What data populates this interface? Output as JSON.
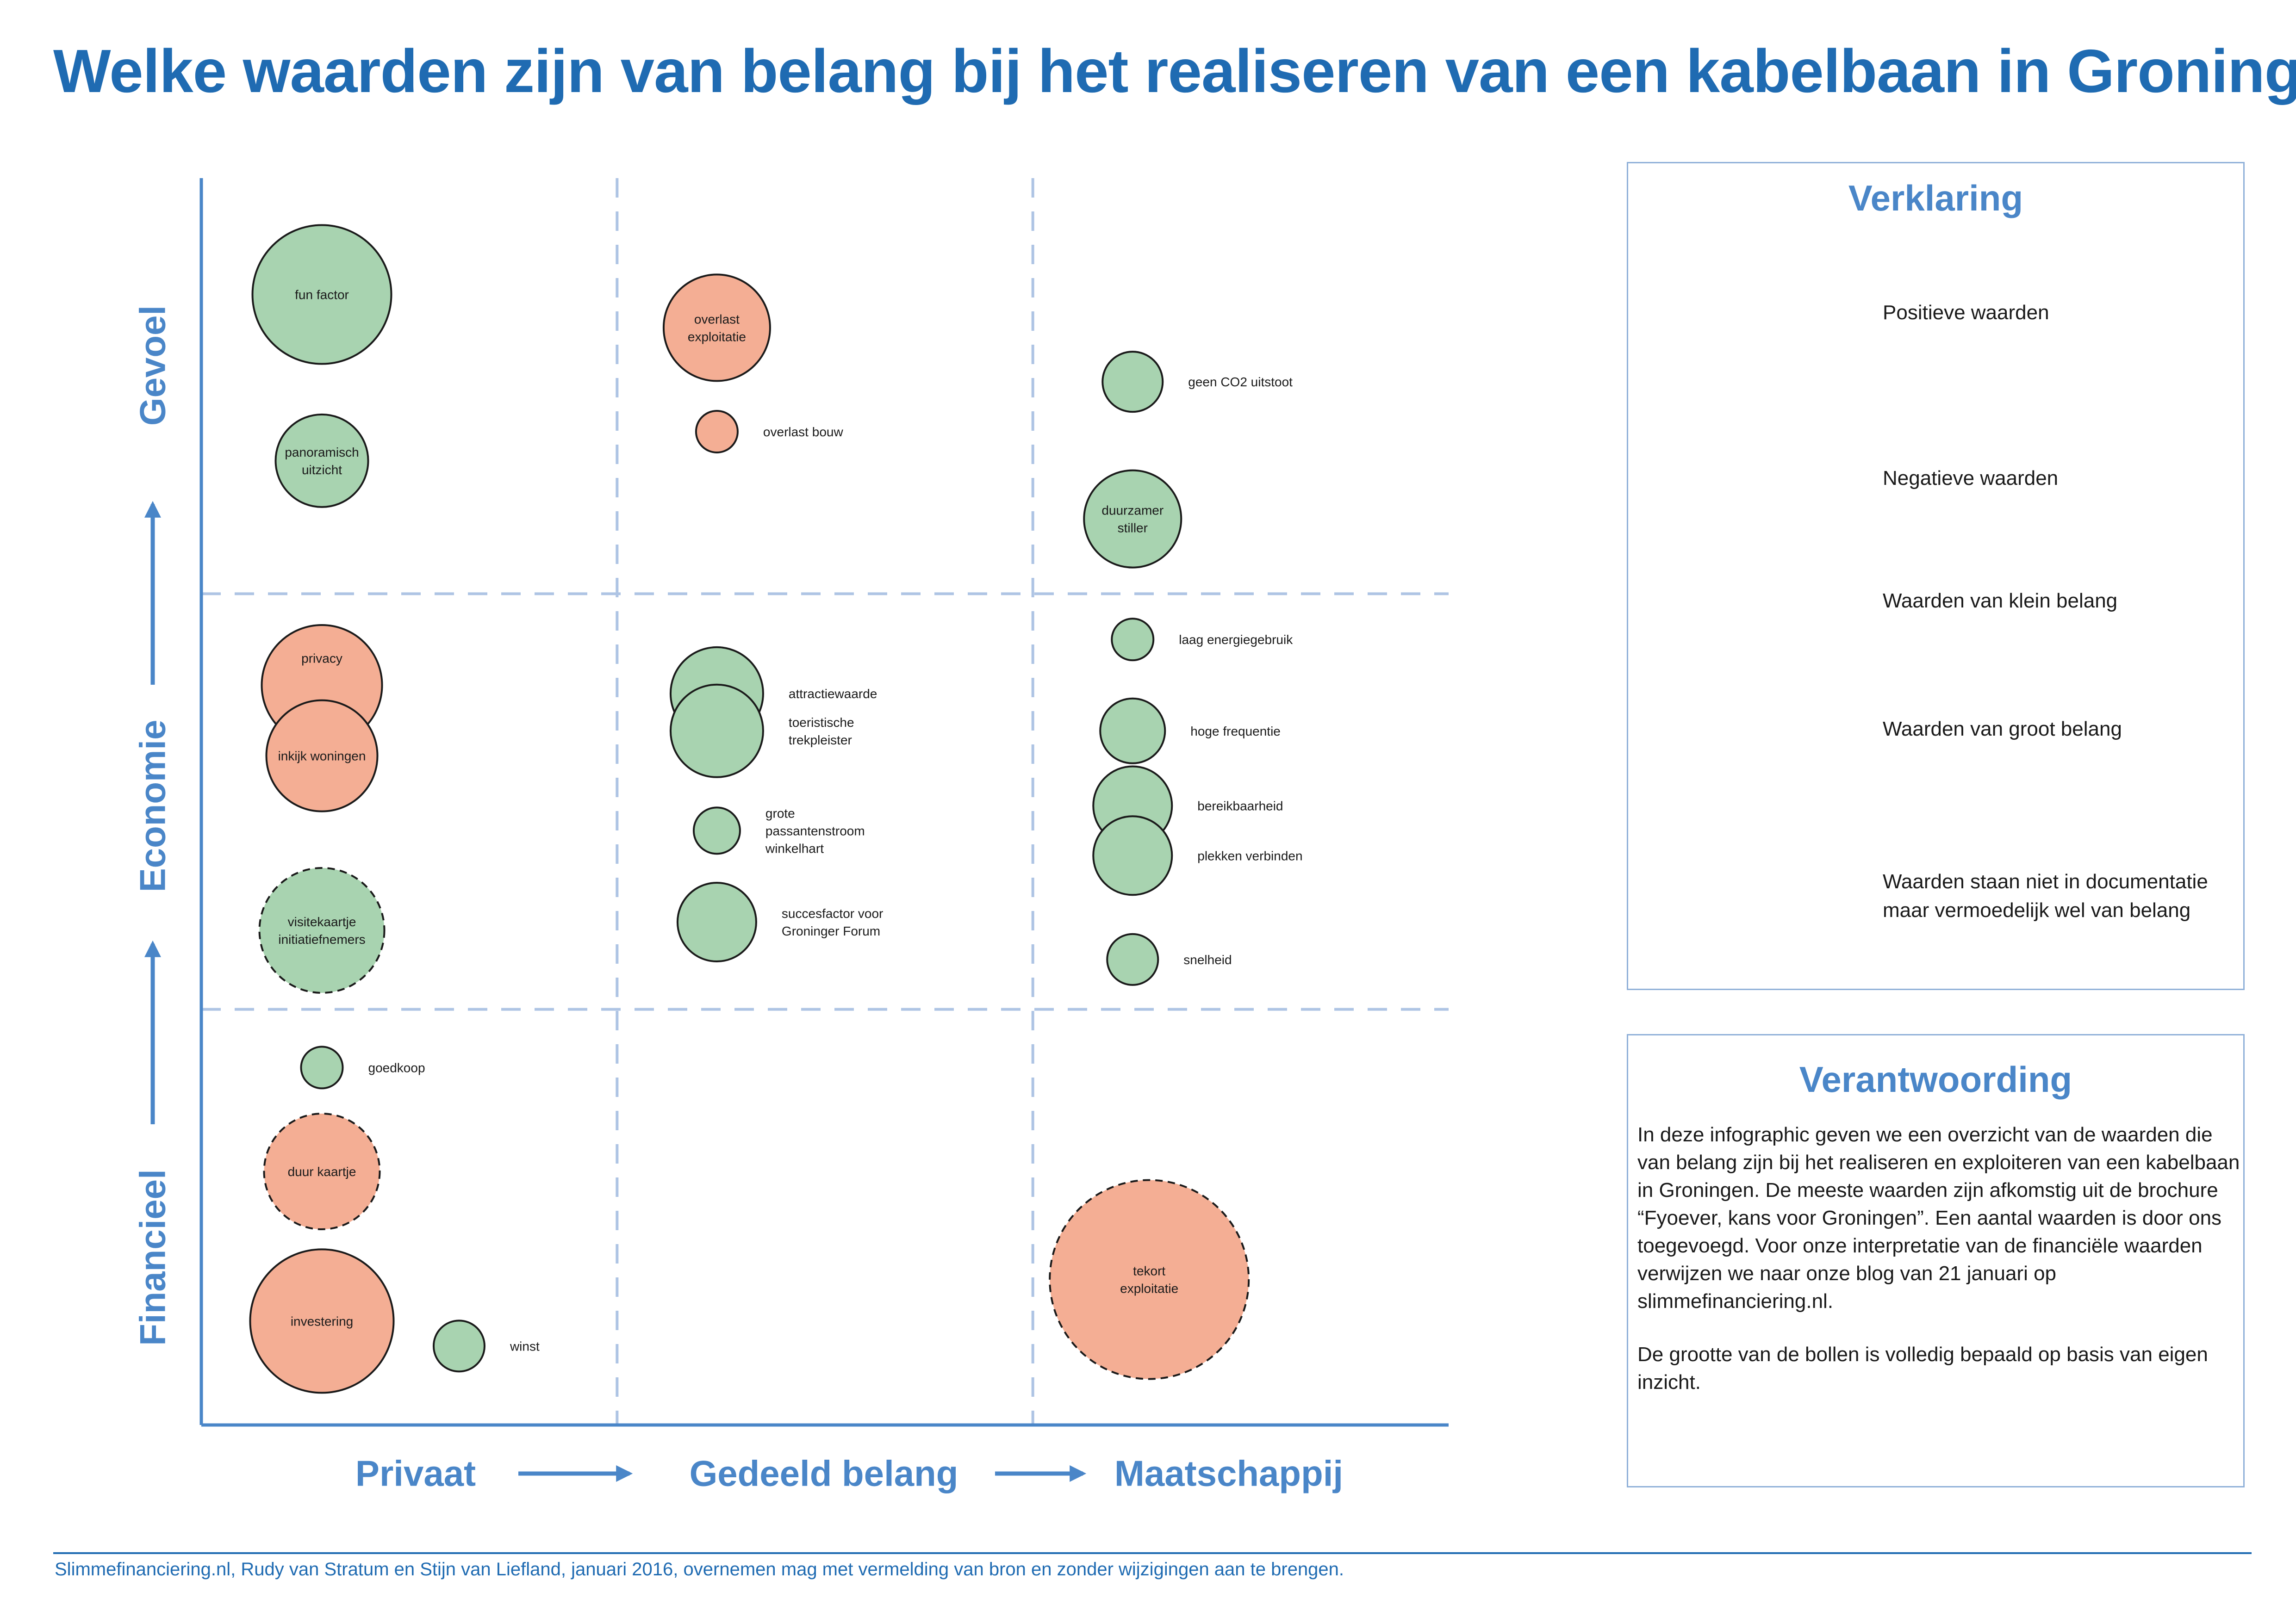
{
  "title": "Welke waarden zijn van belang bij het realiseren van een kabelbaan in Groningen?",
  "axes": {
    "y_labels": [
      "Gevoel",
      "Economie",
      "Financieel"
    ],
    "x_labels": [
      "Privaat",
      "Gedeeld belang",
      "Maatschappij"
    ]
  },
  "colors": {
    "positive": "#a8d3b0",
    "negative": "#f4ae94",
    "neutral": "#cfcfcf",
    "accent": "#1f6bb2",
    "axis_label": "#4a86c8",
    "grid": "#aec4e4"
  },
  "chart_data": {
    "type": "scatter",
    "title": "Welke waarden zijn van belang bij het realiseren van een kabelbaan in Groningen?",
    "x_categories": [
      "Privaat",
      "Gedeeld belang",
      "Maatschappij"
    ],
    "y_categories": [
      "Financieel",
      "Economie",
      "Gevoel"
    ],
    "grid": true,
    "legend": "right",
    "points": [
      {
        "label": "fun factor",
        "x": 0.29,
        "y": 2.72,
        "size": 3.0,
        "sentiment": "positive",
        "in_documentation": true,
        "label_position": "inside"
      },
      {
        "label": "panoramisch uitzicht",
        "x": 0.29,
        "y": 2.32,
        "size": 2.0,
        "sentiment": "positive",
        "in_documentation": true,
        "label_position": "inside"
      },
      {
        "label": "overlast exploitatie",
        "x": 1.24,
        "y": 2.64,
        "size": 2.3,
        "sentiment": "negative",
        "in_documentation": true,
        "label_position": "inside"
      },
      {
        "label": "overlast bouw",
        "x": 1.24,
        "y": 2.39,
        "size": 0.9,
        "sentiment": "negative",
        "in_documentation": true,
        "label_position": "right"
      },
      {
        "label": "geen CO2 uitstoot",
        "x": 2.24,
        "y": 2.51,
        "size": 1.3,
        "sentiment": "positive",
        "in_documentation": true,
        "label_position": "right"
      },
      {
        "label": "duurzamer stiller",
        "x": 2.24,
        "y": 2.18,
        "size": 2.1,
        "sentiment": "positive",
        "in_documentation": true,
        "label_position": "inside"
      },
      {
        "label": "privacy",
        "x": 0.29,
        "y": 1.78,
        "size": 2.6,
        "sentiment": "negative",
        "in_documentation": true,
        "label_position": "inside-top"
      },
      {
        "label": "inkijk woningen",
        "x": 0.29,
        "y": 1.61,
        "size": 2.4,
        "sentiment": "negative",
        "in_documentation": true,
        "label_position": "inside"
      },
      {
        "label": "visitekaartje initiatiefnemers",
        "x": 0.29,
        "y": 1.19,
        "size": 2.7,
        "sentiment": "positive",
        "in_documentation": false,
        "label_position": "inside"
      },
      {
        "label": "attractiewaarde",
        "x": 1.24,
        "y": 1.76,
        "size": 2.0,
        "sentiment": "positive",
        "in_documentation": true,
        "label_position": "right"
      },
      {
        "label": "toeristische trekpleister",
        "x": 1.24,
        "y": 1.67,
        "size": 2.0,
        "sentiment": "positive",
        "in_documentation": true,
        "label_position": "right"
      },
      {
        "label": "grote passantenstroom winkelhart",
        "x": 1.24,
        "y": 1.43,
        "size": 1.0,
        "sentiment": "positive",
        "in_documentation": true,
        "label_position": "right"
      },
      {
        "label": "succesfactor voor Groninger Forum",
        "x": 1.24,
        "y": 1.21,
        "size": 1.7,
        "sentiment": "positive",
        "in_documentation": true,
        "label_position": "right"
      },
      {
        "label": "laag energiegebruik",
        "x": 2.24,
        "y": 1.89,
        "size": 0.9,
        "sentiment": "positive",
        "in_documentation": true,
        "label_position": "right"
      },
      {
        "label": "hoge frequentie",
        "x": 2.24,
        "y": 1.67,
        "size": 1.4,
        "sentiment": "positive",
        "in_documentation": true,
        "label_position": "right"
      },
      {
        "label": "bereikbaarheid",
        "x": 2.24,
        "y": 1.49,
        "size": 1.7,
        "sentiment": "positive",
        "in_documentation": true,
        "label_position": "right"
      },
      {
        "label": "plekken verbinden",
        "x": 2.24,
        "y": 1.37,
        "size": 1.7,
        "sentiment": "positive",
        "in_documentation": true,
        "label_position": "right"
      },
      {
        "label": "snelheid",
        "x": 2.24,
        "y": 1.12,
        "size": 1.1,
        "sentiment": "positive",
        "in_documentation": true,
        "label_position": "right"
      },
      {
        "label": "goedkoop",
        "x": 0.29,
        "y": 0.86,
        "size": 0.9,
        "sentiment": "positive",
        "in_documentation": true,
        "label_position": "right"
      },
      {
        "label": "duur kaartje",
        "x": 0.29,
        "y": 0.61,
        "size": 2.5,
        "sentiment": "negative",
        "in_documentation": false,
        "label_position": "inside"
      },
      {
        "label": "investering",
        "x": 0.29,
        "y": 0.25,
        "size": 3.1,
        "sentiment": "negative",
        "in_documentation": true,
        "label_position": "inside"
      },
      {
        "label": "winst",
        "x": 0.62,
        "y": 0.19,
        "size": 1.1,
        "sentiment": "positive",
        "in_documentation": true,
        "label_position": "right"
      },
      {
        "label": "tekort exploitatie",
        "x": 2.28,
        "y": 0.35,
        "size": 4.3,
        "sentiment": "negative",
        "in_documentation": false,
        "label_position": "inside"
      }
    ]
  },
  "legend": {
    "title": "Verklaring",
    "items": [
      {
        "label": [
          "Positieve waarden"
        ],
        "kind": "positive",
        "size": 3.0,
        "dashed": false
      },
      {
        "label": [
          "Negatieve waarden"
        ],
        "kind": "negative",
        "size": 2.3,
        "dashed": false
      },
      {
        "label": [
          "Waarden van klein belang"
        ],
        "kind": "neutral",
        "size": 0.9,
        "dashed": false
      },
      {
        "label": [
          "Waarden van groot belang"
        ],
        "kind": "neutral",
        "size": 3.1,
        "dashed": false
      },
      {
        "label": [
          "Waarden staan niet in documentatie",
          "maar vermoedelijk wel van belang"
        ],
        "kind": "neutral",
        "size": 2.6,
        "dashed": true
      }
    ]
  },
  "note": {
    "title": "Verantwoording",
    "paragraphs": [
      "In deze infographic geven we een overzicht van de waarden die van belang zijn bij het realiseren en exploiteren van een kabelbaan in Groningen. De meeste waarden zijn afkomstig uit de brochure “Fyoever, kans voor Groningen”. Een aantal waarden is door ons toegevoegd. Voor onze interpretatie van de financiële waarden verwijzen we naar onze blog van 21 januari op slimmefinanciering.nl.",
      "De grootte van de bollen is volledig bepaald op basis van eigen inzicht."
    ]
  },
  "footer": "Slimmefinanciering.nl, Rudy van Stratum en Stijn van Liefland, januari 2016, overnemen mag met vermelding van bron en zonder wijzigingen aan te brengen."
}
